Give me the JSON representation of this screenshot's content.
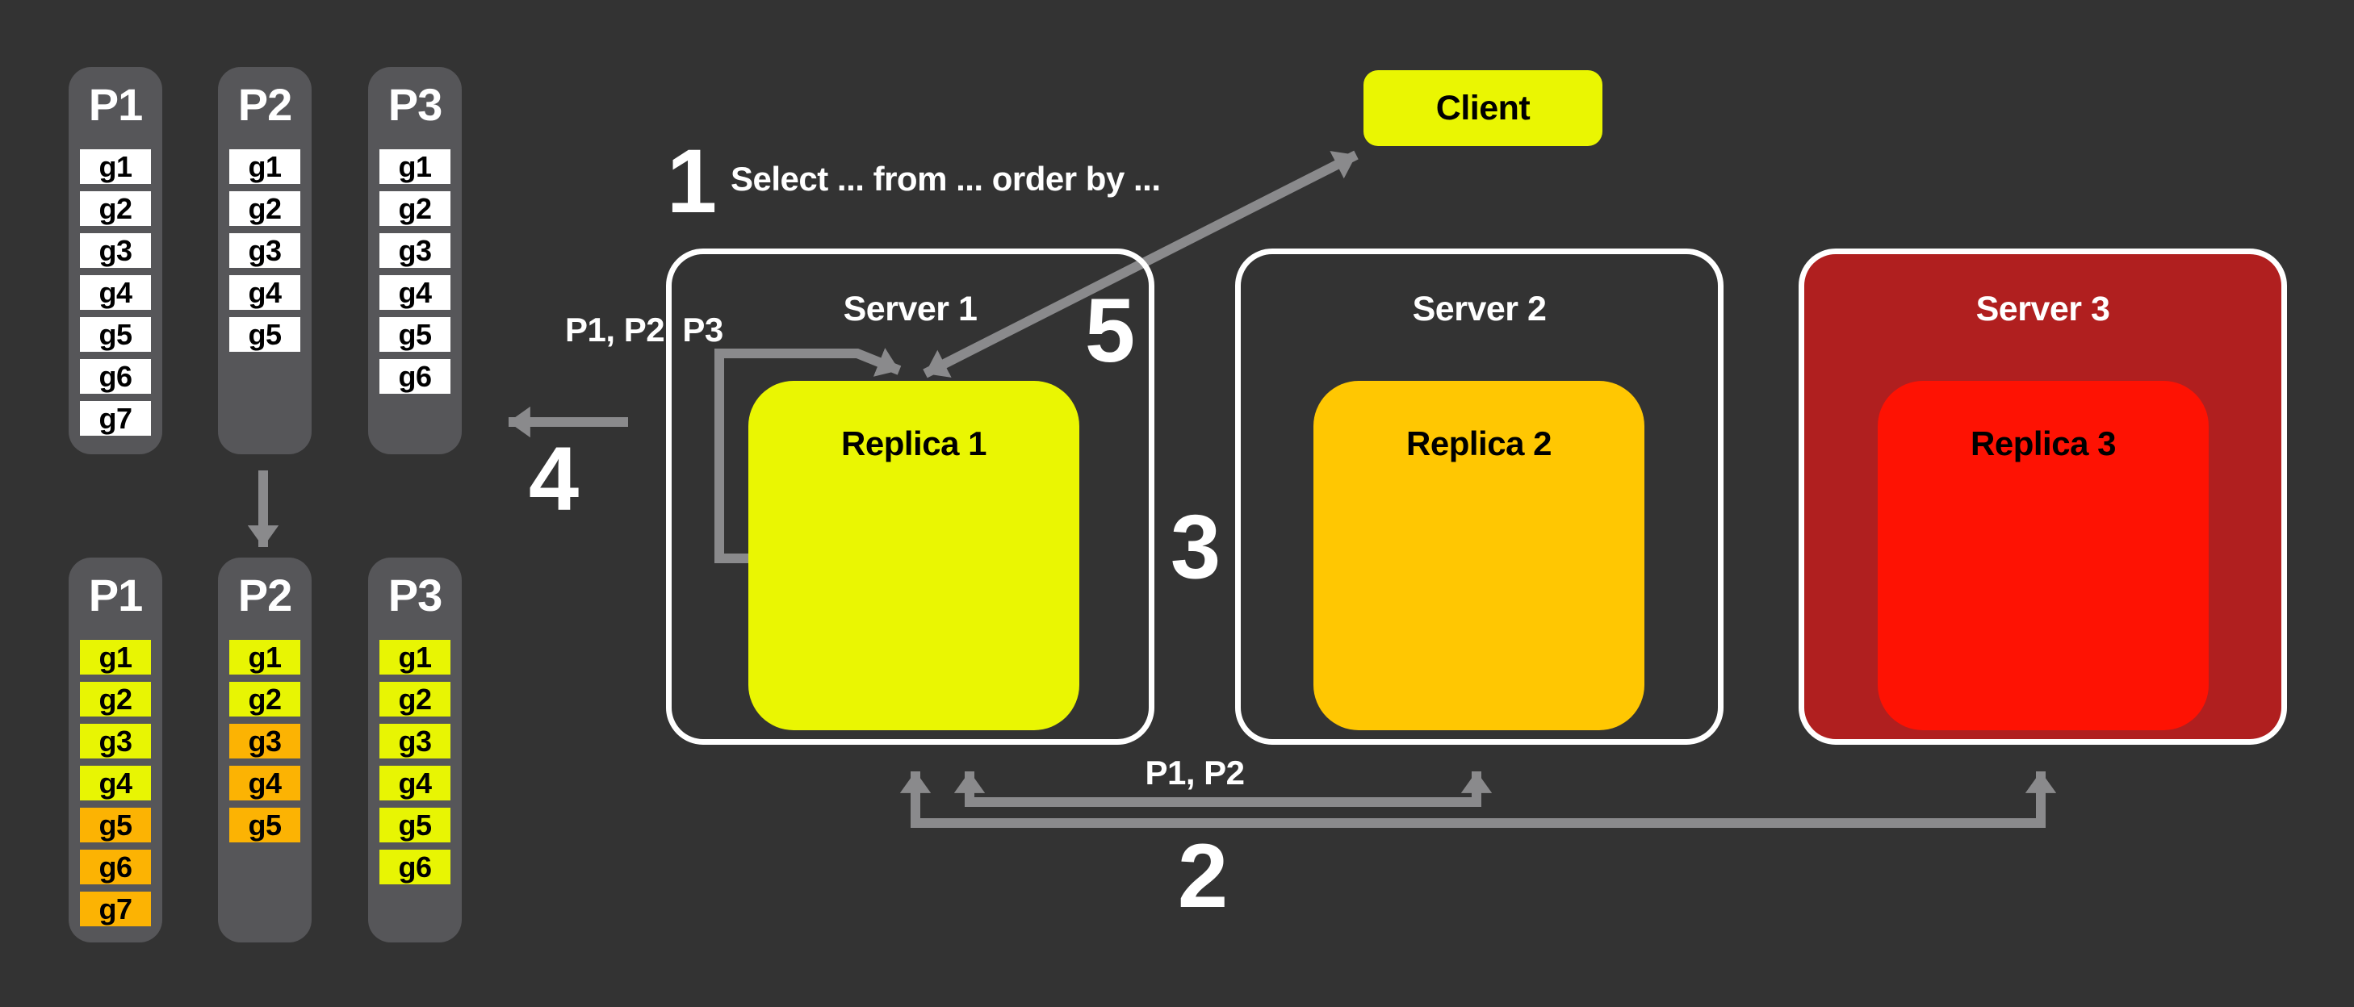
{
  "colors": {
    "background": "#333333",
    "panel_gray": "#565659",
    "bright_yellow": "#eaf602",
    "group_yellow": "#e8f503",
    "group_amber": "#fcb303",
    "replica2_gold": "#ffc702",
    "replica3_red": "#fe1203",
    "server3_dark_red": "#b01f1f",
    "arrow_gray": "#8a8a8c",
    "white": "#ffffff"
  },
  "client": {
    "label": "Client",
    "color": "#eaf602"
  },
  "servers": [
    {
      "name": "Server 1",
      "background": "",
      "replica": {
        "label": "Replica 1",
        "color": "#eaf602"
      }
    },
    {
      "name": "Server 2",
      "background": "",
      "replica": {
        "label": "Replica 2",
        "color": "#ffc702"
      }
    },
    {
      "name": "Server 3",
      "background": "#b01f1f",
      "replica": {
        "label": "Replica 3",
        "color": "#fe1203"
      }
    }
  ],
  "step_numbers": {
    "s1": "1",
    "s2": "2",
    "s3": "3",
    "s4": "4",
    "s5": "5"
  },
  "annotations": {
    "query": "Select ... from ... order by ...",
    "loop_partitions": "P1, P2, P3",
    "replication_partitions": "P1, P2"
  },
  "partitions_before": [
    {
      "name": "P1",
      "groups": [
        {
          "label": "g1",
          "color": "#ffffff"
        },
        {
          "label": "g2",
          "color": "#ffffff"
        },
        {
          "label": "g3",
          "color": "#ffffff"
        },
        {
          "label": "g4",
          "color": "#ffffff"
        },
        {
          "label": "g5",
          "color": "#ffffff"
        },
        {
          "label": "g6",
          "color": "#ffffff"
        },
        {
          "label": "g7",
          "color": "#ffffff"
        }
      ]
    },
    {
      "name": "P2",
      "groups": [
        {
          "label": "g1",
          "color": "#ffffff"
        },
        {
          "label": "g2",
          "color": "#ffffff"
        },
        {
          "label": "g3",
          "color": "#ffffff"
        },
        {
          "label": "g4",
          "color": "#ffffff"
        },
        {
          "label": "g5",
          "color": "#ffffff"
        }
      ]
    },
    {
      "name": "P3",
      "groups": [
        {
          "label": "g1",
          "color": "#ffffff"
        },
        {
          "label": "g2",
          "color": "#ffffff"
        },
        {
          "label": "g3",
          "color": "#ffffff"
        },
        {
          "label": "g4",
          "color": "#ffffff"
        },
        {
          "label": "g5",
          "color": "#ffffff"
        },
        {
          "label": "g6",
          "color": "#ffffff"
        }
      ]
    }
  ],
  "partitions_after": [
    {
      "name": "P1",
      "groups": [
        {
          "label": "g1",
          "color": "#e8f503"
        },
        {
          "label": "g2",
          "color": "#e8f503"
        },
        {
          "label": "g3",
          "color": "#e8f503"
        },
        {
          "label": "g4",
          "color": "#e8f503"
        },
        {
          "label": "g5",
          "color": "#fcb303"
        },
        {
          "label": "g6",
          "color": "#fcb303"
        },
        {
          "label": "g7",
          "color": "#fcb303"
        }
      ]
    },
    {
      "name": "P2",
      "groups": [
        {
          "label": "g1",
          "color": "#e8f503"
        },
        {
          "label": "g2",
          "color": "#e8f503"
        },
        {
          "label": "g3",
          "color": "#fcb303"
        },
        {
          "label": "g4",
          "color": "#fcb303"
        },
        {
          "label": "g5",
          "color": "#fcb303"
        }
      ]
    },
    {
      "name": "P3",
      "groups": [
        {
          "label": "g1",
          "color": "#e8f503"
        },
        {
          "label": "g2",
          "color": "#e8f503"
        },
        {
          "label": "g3",
          "color": "#e8f503"
        },
        {
          "label": "g4",
          "color": "#e8f503"
        },
        {
          "label": "g5",
          "color": "#e8f503"
        },
        {
          "label": "g6",
          "color": "#e8f503"
        }
      ]
    }
  ]
}
